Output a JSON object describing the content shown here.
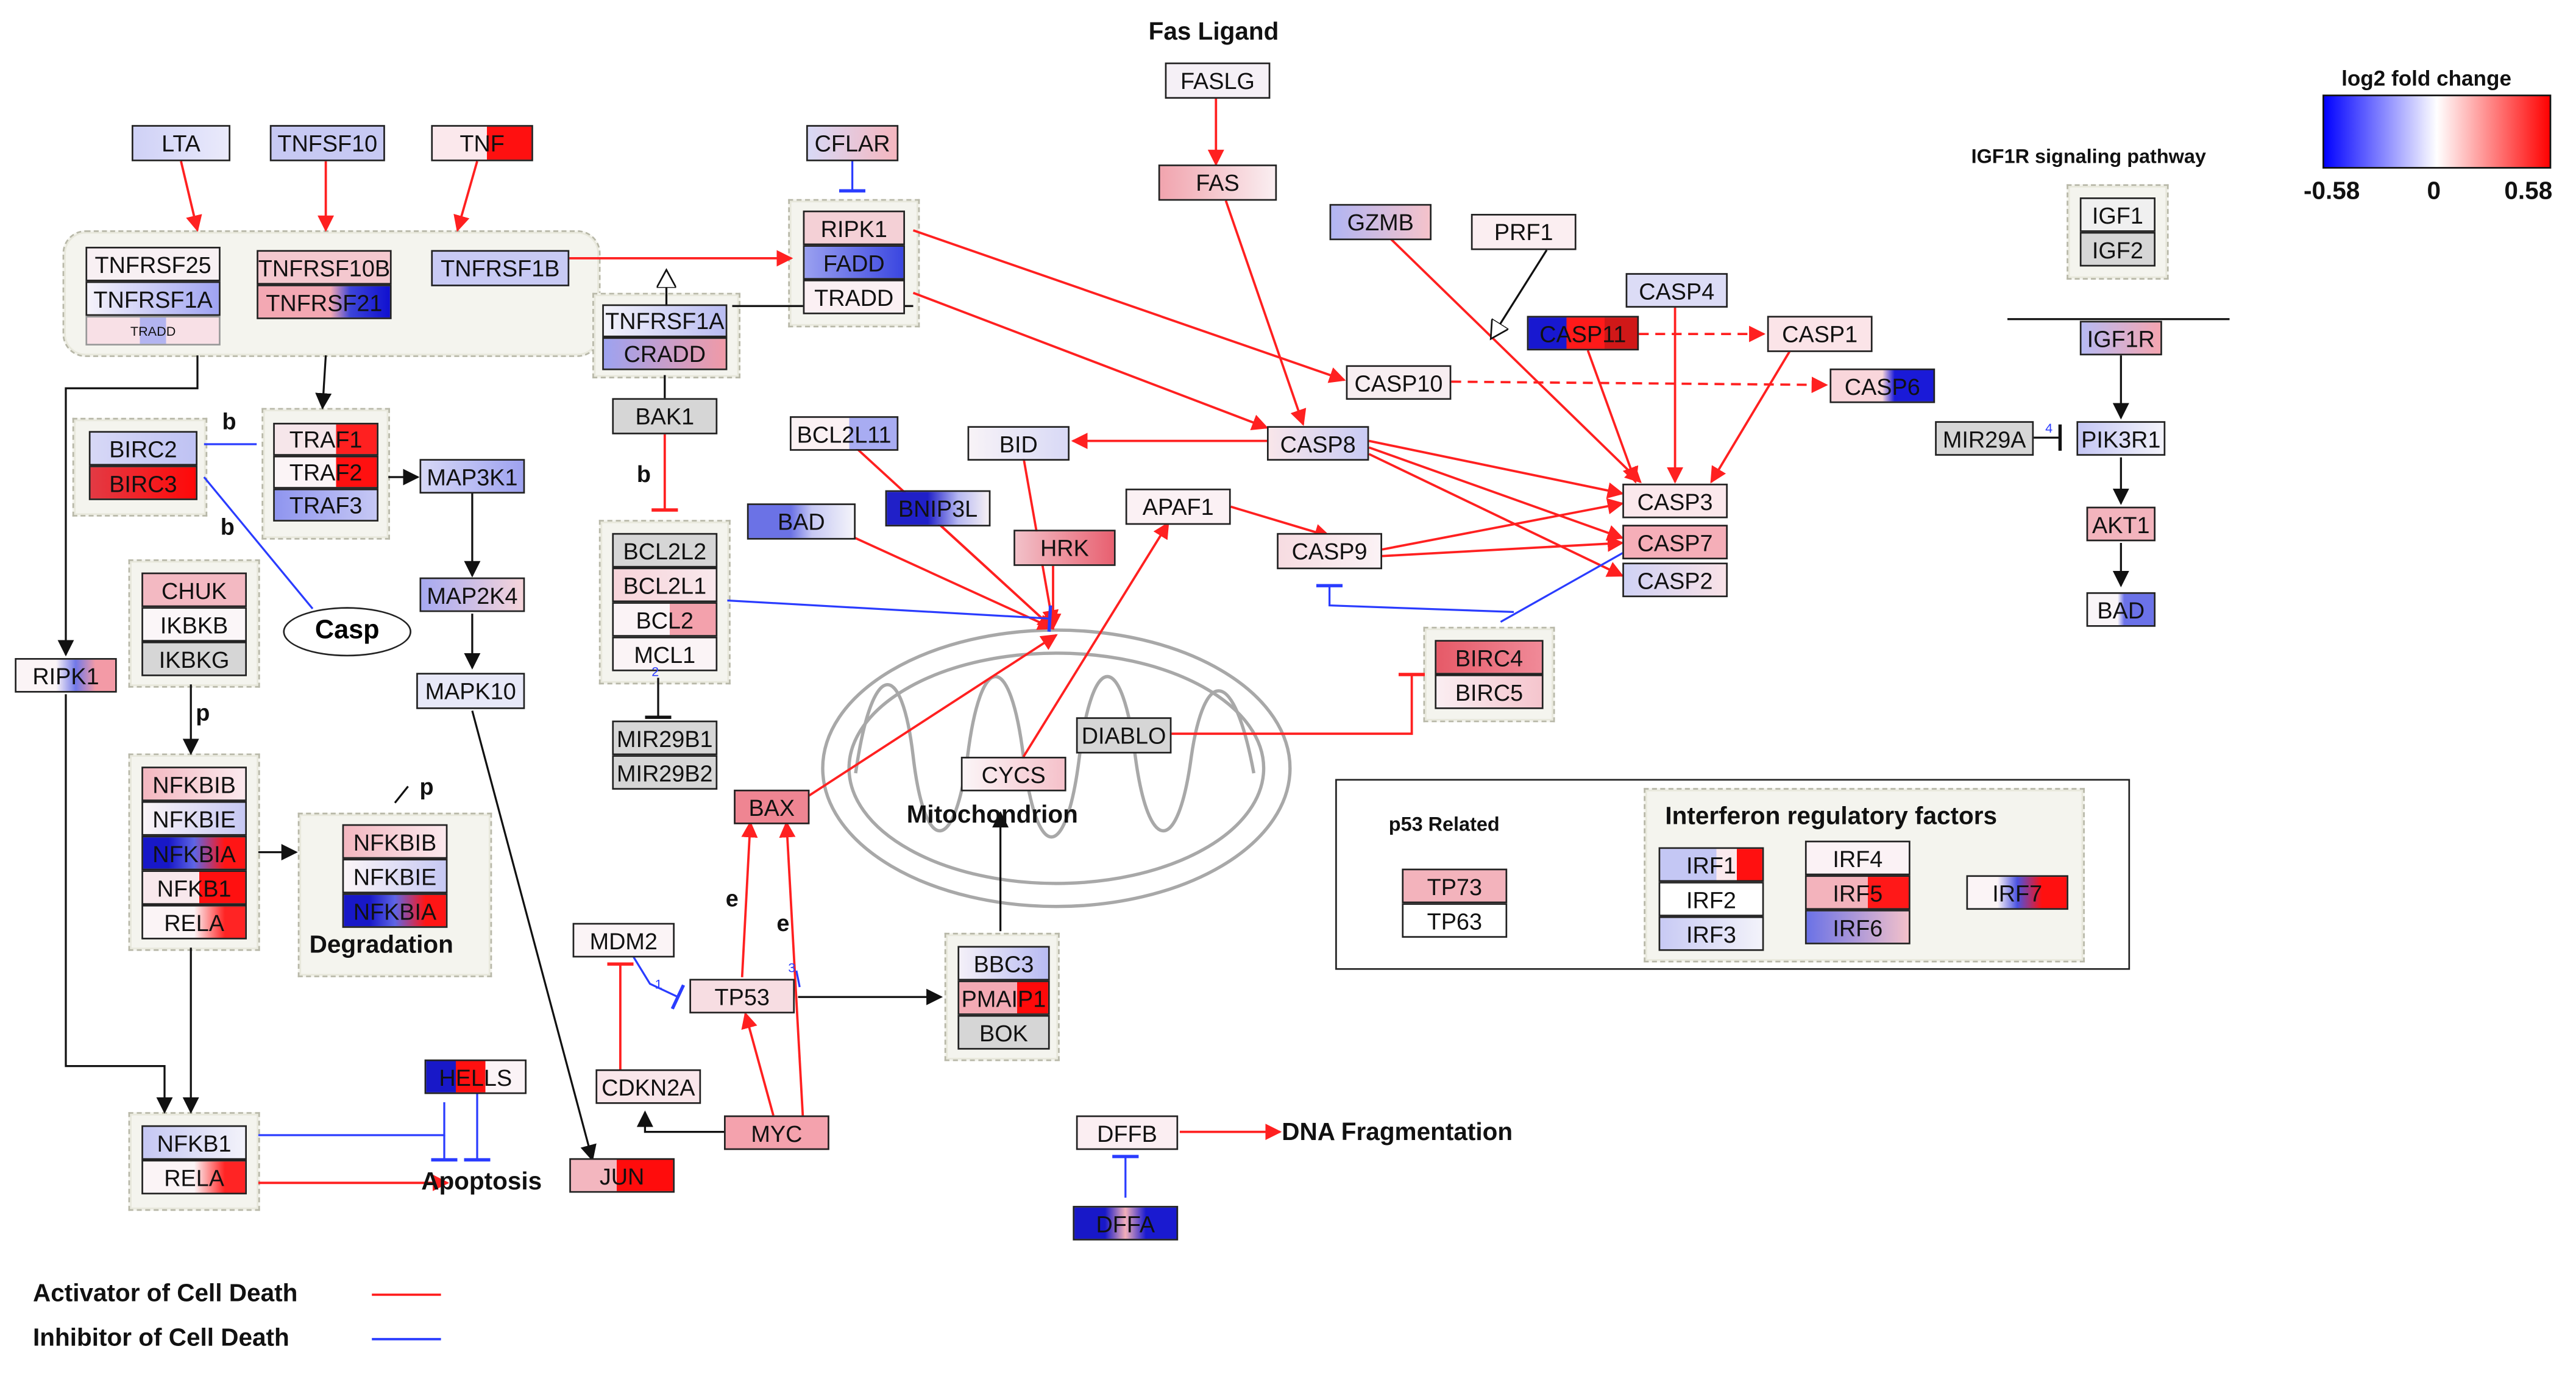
{
  "legend": {
    "title": "log2 fold change",
    "min": "-0.58",
    "mid": "0",
    "max": "0.58",
    "low_color": "#0000ff",
    "mid_color": "#ffffff",
    "high_color": "#ff0000"
  },
  "labels": {
    "fas_ligand": "Fas Ligand",
    "igf1r_pathway": "IGF1R signaling pathway",
    "casp": "Casp",
    "degradation": "Degradation",
    "mitochondrion": "Mitochondrion",
    "apoptosis": "Apoptosis",
    "dna_frag": "DNA Fragmentation",
    "p53_related": "p53 Related",
    "irf_title": "Interferon regulatory factors",
    "activator": "Activator of Cell Death",
    "inhibitor": "Inhibitor of Cell Death",
    "b1": "b",
    "b2": "b",
    "b3": "b",
    "p1": "p",
    "p2": "p",
    "e1": "e",
    "e2": "e",
    "n1": "1",
    "n2": "2",
    "n3": "3",
    "n4": "4"
  },
  "genes": {
    "LTA": "LTA",
    "TNFSF10": "TNFSF10",
    "TNF": "TNF",
    "TNFRSF25": "TNFRSF25",
    "TNFRSF1A": "TNFRSF1A",
    "TRADD_s": "TRADD",
    "TNFRSF10B": "TNFRSF10B",
    "TNFRSF21": "TNFRSF21",
    "TNFRSF1B": "TNFRSF1B",
    "CFLAR": "CFLAR",
    "RIPK1": "RIPK1",
    "FADD": "FADD",
    "TRADD": "TRADD",
    "TNFRSF1A_b": "TNFRSF1A",
    "CRADD": "CRADD",
    "BAK1": "BAK1",
    "FASLG": "FASLG",
    "FAS": "FAS",
    "GZMB": "GZMB",
    "PRF1": "PRF1",
    "CASP4": "CASP4",
    "CASP11": "CASP11",
    "CASP1": "CASP1",
    "CASP10": "CASP10",
    "CASP6": "CASP6",
    "IGF1": "IGF1",
    "IGF2": "IGF2",
    "IGF1R": "IGF1R",
    "MIR29A": "MIR29A",
    "PIK3R1": "PIK3R1",
    "AKT1": "AKT1",
    "BAD_r": "BAD",
    "BIRC2": "BIRC2",
    "BIRC3": "BIRC3",
    "TRAF1": "TRAF1",
    "TRAF2": "TRAF2",
    "TRAF3": "TRAF3",
    "MAP3K1": "MAP3K1",
    "MAP2K4": "MAP2K4",
    "MAPK10": "MAPK10",
    "BCL2L11": "BCL2L11",
    "BID": "BID",
    "CASP8": "CASP8",
    "CASP3": "CASP3",
    "CASP7": "CASP7",
    "CASP2": "CASP2",
    "BAD": "BAD",
    "BNIP3L": "BNIP3L",
    "HRK": "HRK",
    "APAF1": "APAF1",
    "CASP9": "CASP9",
    "BCL2L2": "BCL2L2",
    "BCL2L1": "BCL2L1",
    "BCL2": "BCL2",
    "MCL1": "MCL1",
    "MIR29B1": "MIR29B1",
    "MIR29B2": "MIR29B2",
    "CHUK": "CHUK",
    "IKBKB": "IKBKB",
    "IKBKG": "IKBKG",
    "RIPK1_l": "RIPK1",
    "NFKBIB": "NFKBIB",
    "NFKBIE": "NFKBIE",
    "NFKBIA": "NFKBIA",
    "NFKB1": "NFKB1",
    "RELA": "RELA",
    "NFKBIB_d": "NFKBIB",
    "NFKBIE_d": "NFKBIE",
    "NFKBIA_d": "NFKBIA",
    "BIRC4": "BIRC4",
    "BIRC5": "BIRC5",
    "DIABLO": "DIABLO",
    "CYCS": "CYCS",
    "BAX": "BAX",
    "MDM2": "MDM2",
    "TP53": "TP53",
    "BBC3": "BBC3",
    "PMAIP1": "PMAIP1",
    "BOK": "BOK",
    "CDKN2A": "CDKN2A",
    "MYC": "MYC",
    "HELLS": "HELLS",
    "NFKB1_b": "NFKB1",
    "RELA_b": "RELA",
    "JUN": "JUN",
    "DFFB": "DFFB",
    "DFFA": "DFFA",
    "TP73": "TP73",
    "TP63": "TP63",
    "IRF1": "IRF1",
    "IRF2": "IRF2",
    "IRF3": "IRF3",
    "IRF4": "IRF4",
    "IRF5": "IRF5",
    "IRF6": "IRF6",
    "IRF7": "IRF7"
  },
  "colors": {
    "activator": "#ff2020",
    "inhibitor": "#2a3cff",
    "neutral": "#111111",
    "gray_node": "#d6d6d6",
    "mito": "#a0a0a0"
  }
}
